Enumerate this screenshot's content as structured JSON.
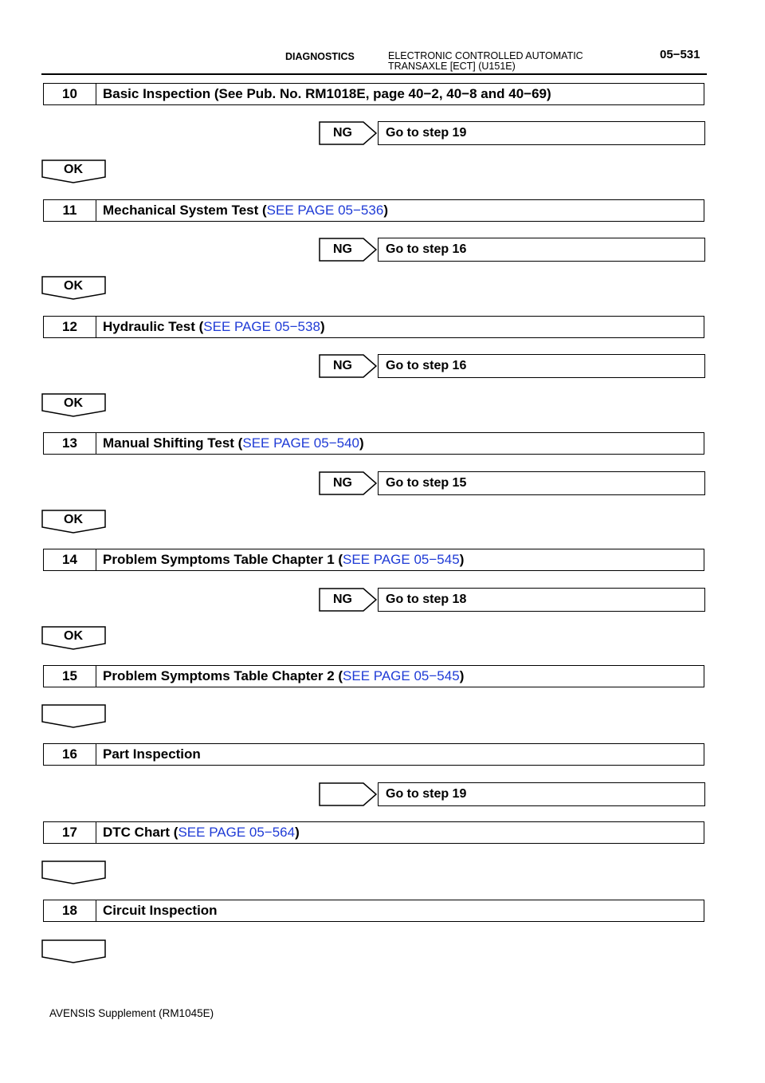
{
  "header": {
    "section": "DIAGNOSTICS",
    "separator": "−",
    "title_line1": "ELECTRONIC CONTROLLED AUTOMATIC",
    "title_line2": "TRANSAXLE [ECT] (U151E)",
    "page_number": "05−531"
  },
  "steps": [
    {
      "number": "10",
      "text": "Basic Inspection (See Pub. No. RM1018E, page 40−2, 40−8 and 40−69)",
      "link": "",
      "suffix": ""
    },
    {
      "number": "11",
      "text": "Mechanical System Test (",
      "link": "SEE PAGE 05−536",
      "suffix": ")"
    },
    {
      "number": "12",
      "text": "Hydraulic Test (",
      "link": "SEE PAGE 05−538",
      "suffix": ")"
    },
    {
      "number": "13",
      "text": "Manual Shifting Test (",
      "link": "SEE PAGE 05−540",
      "suffix": ")"
    },
    {
      "number": "14",
      "text": "Problem Symptoms Table Chapter 1 (",
      "link": "SEE PAGE 05−545",
      "suffix": ")"
    },
    {
      "number": "15",
      "text": "Problem Symptoms Table Chapter 2 (",
      "link": "SEE PAGE 05−545",
      "suffix": ")"
    },
    {
      "number": "16",
      "text": "Part Inspection",
      "link": "",
      "suffix": ""
    },
    {
      "number": "17",
      "text": "DTC Chart (",
      "link": "SEE PAGE 05−564",
      "suffix": ")"
    },
    {
      "number": "18",
      "text": "Circuit Inspection",
      "link": "",
      "suffix": ""
    }
  ],
  "branches": [
    {
      "label": "NG",
      "goto": "Go to step 19"
    },
    {
      "label": "NG",
      "goto": "Go to step 16"
    },
    {
      "label": "NG",
      "goto": "Go to step 16"
    },
    {
      "label": "NG",
      "goto": "Go to step 15"
    },
    {
      "label": "NG",
      "goto": "Go to step 18"
    },
    {
      "label": "",
      "goto": "Go to step 19"
    }
  ],
  "ok_label": "OK",
  "footer": "AVENSIS Supplement (RM1045E)"
}
